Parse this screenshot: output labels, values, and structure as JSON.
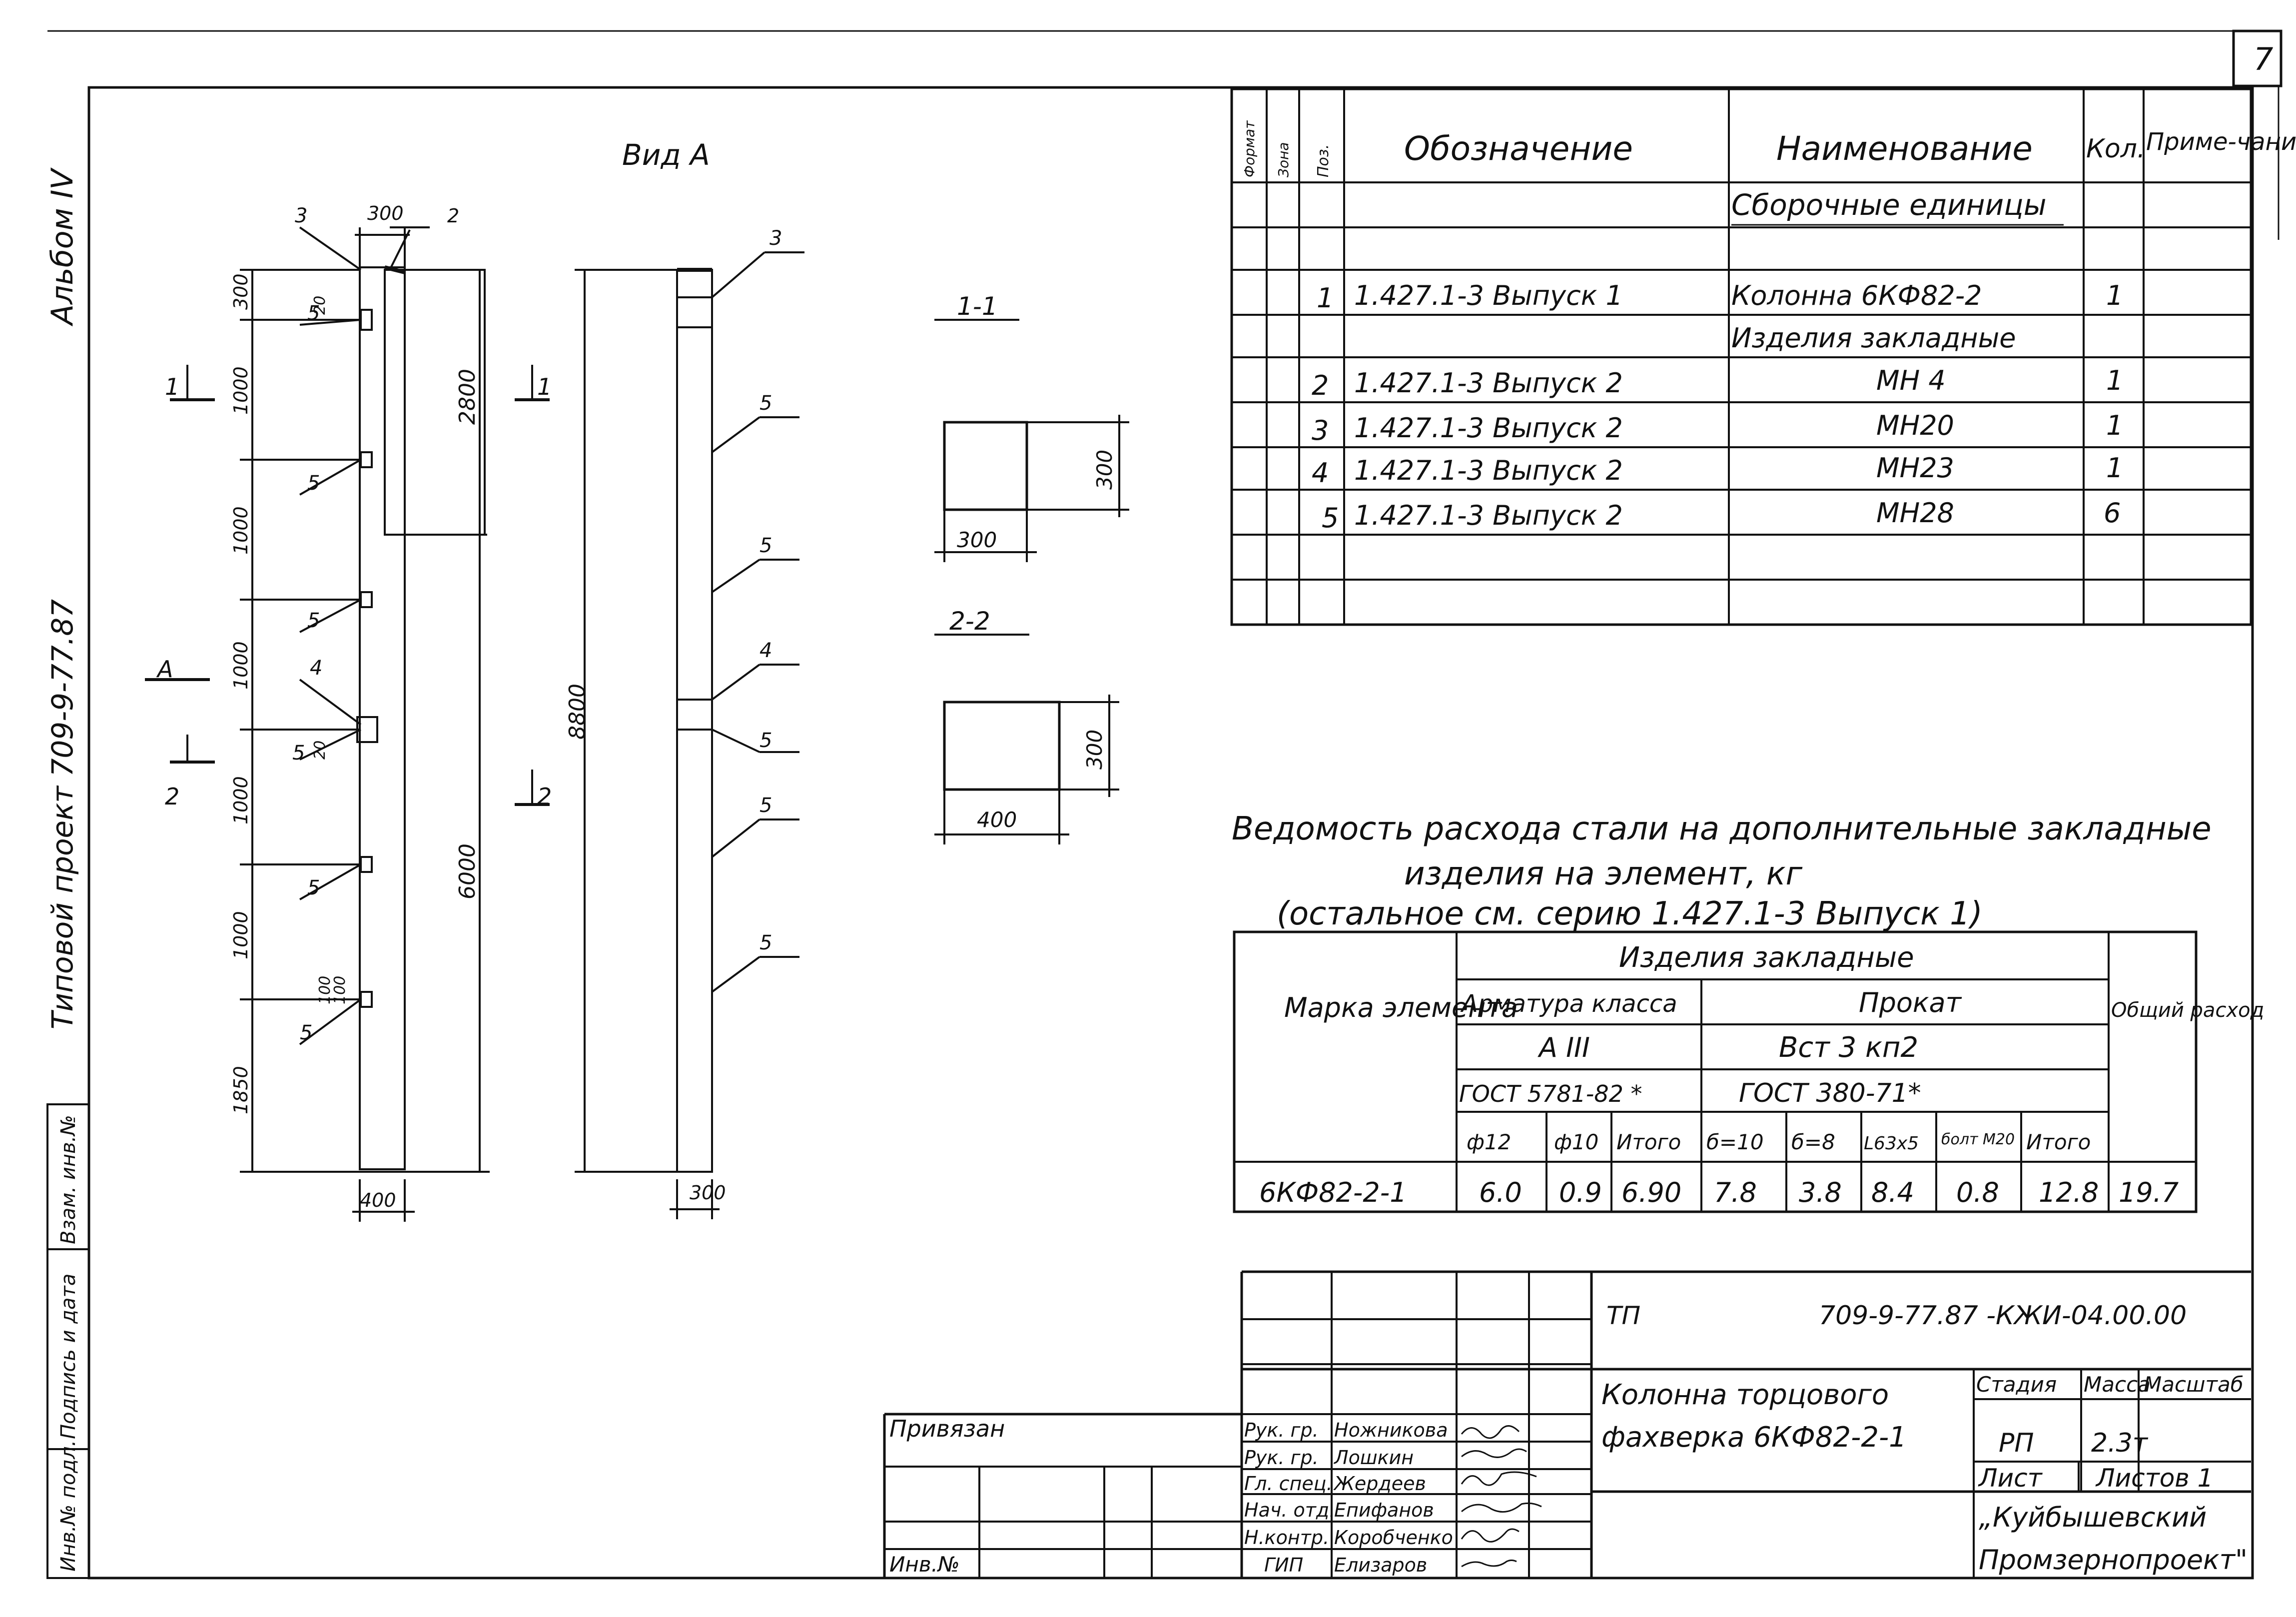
{
  "page_number": "7",
  "left_margin": {
    "album": "Альбом IV",
    "project": "Типовой проект  709-9-77.87",
    "stamp_cells": [
      "Инв.№ подл.",
      "Подпись и дата",
      "Взам. инв.№"
    ]
  },
  "view": {
    "title": "Вид А",
    "cut_marks": [
      "1",
      "1",
      "2",
      "2",
      "А"
    ],
    "top_dims": [
      "300",
      "2"
    ],
    "left_dims": [
      "300",
      "1000",
      "1000",
      "1000",
      "1000",
      "1000",
      "1850"
    ],
    "small_dims": [
      "20",
      "20",
      "100",
      "100"
    ],
    "height_dims": [
      "2800",
      "6000",
      "8800"
    ],
    "bottom_dims": [
      "400",
      "300"
    ],
    "callouts_left": [
      "3",
      "5",
      "5",
      "5",
      "4",
      "5",
      "5",
      "5"
    ],
    "callouts_right": [
      "3",
      "5",
      "5",
      "4",
      "5",
      "5",
      "5"
    ]
  },
  "sections": [
    {
      "label": "1-1",
      "width": "300",
      "height": "300"
    },
    {
      "label": "2-2",
      "width": "400",
      "height": "300"
    }
  ],
  "spec": {
    "headers": [
      "Формат",
      "Зона",
      "Поз.",
      "Обозначение",
      "Наименование",
      "Кол.",
      "Приме-чания"
    ],
    "section_title": "Сборочные единицы",
    "rows": [
      {
        "pos": "1",
        "designation": "1.427.1-3  Выпуск 1",
        "name": "Колонна  6КФ82-2",
        "qty": "1"
      },
      {
        "pos": "",
        "designation": "",
        "name": "Изделия  закладные",
        "qty": ""
      },
      {
        "pos": "2",
        "designation": "1.427.1-3  Выпуск 2",
        "name": "МН 4",
        "qty": "1"
      },
      {
        "pos": "3",
        "designation": "1.427.1-3  Выпуск 2",
        "name": "МН20",
        "qty": "1"
      },
      {
        "pos": "4",
        "designation": "1.427.1-3  Выпуск 2",
        "name": "МН23",
        "qty": "1"
      },
      {
        "pos": "5",
        "designation": "1.427.1-3  Выпуск 2",
        "name": "МН28",
        "qty": "6"
      }
    ]
  },
  "steel": {
    "title_1": "Ведомость  расхода  стали на дополнительные  закладные",
    "title_2": "изделия   на   элемент, кг",
    "title_3": "(остальное   см.  серию  1.427.1-3  Выпуск 1)",
    "col_mark": "Марка элемента",
    "col_items": "Изделия   закладные",
    "col_rebar": "Арматура  класса",
    "col_rolled": "Прокат",
    "col_total": "Общий расход",
    "rebar_class": "А III",
    "rolled_grade": "Вст 3 кп2",
    "gost_rebar": "ГОСТ 5781-82 *",
    "gost_rolled": "ГОСТ  380-71*",
    "sub": [
      "ф12",
      "ф10",
      "Итого",
      "б=10",
      "б=8",
      "L63х5",
      "болт М20",
      "Итого"
    ],
    "row": {
      "mark": "6КФ82-2-1",
      "values": [
        "6.0",
        "0.9",
        "6.90",
        "7.8",
        "3.8",
        "8.4",
        "0.8",
        "12.8"
      ],
      "total": "19.7"
    }
  },
  "title_block": {
    "tp": "ТП",
    "code": "709-9-77.87  -КЖИ-04.00.00",
    "name_1": "Колонна    торцового",
    "name_2": "фахверка   6КФ82-2-1",
    "stage_h": "Стадия",
    "mass_h": "Масса",
    "scale_h": "Масштаб",
    "stage": "РП",
    "mass": "2.3т",
    "sheet": "Лист",
    "sheets": "Листов 1",
    "org_1": "„Куйбышевский",
    "org_2": "Промзернопроект\"",
    "bound": "Привязан",
    "inv": "Инв.№",
    "people": [
      {
        "role": "Рук. гр.",
        "name": "Ножникова"
      },
      {
        "role": "Рук. гр.",
        "name": "Лошкин"
      },
      {
        "role": "Гл. спец.",
        "name": "Жердеев"
      },
      {
        "role": "Нач. отд.",
        "name": "Епифанов"
      },
      {
        "role": "Н.контр.",
        "name": "Коробченко"
      },
      {
        "role": "ГИП",
        "name": "Елизаров"
      }
    ]
  }
}
